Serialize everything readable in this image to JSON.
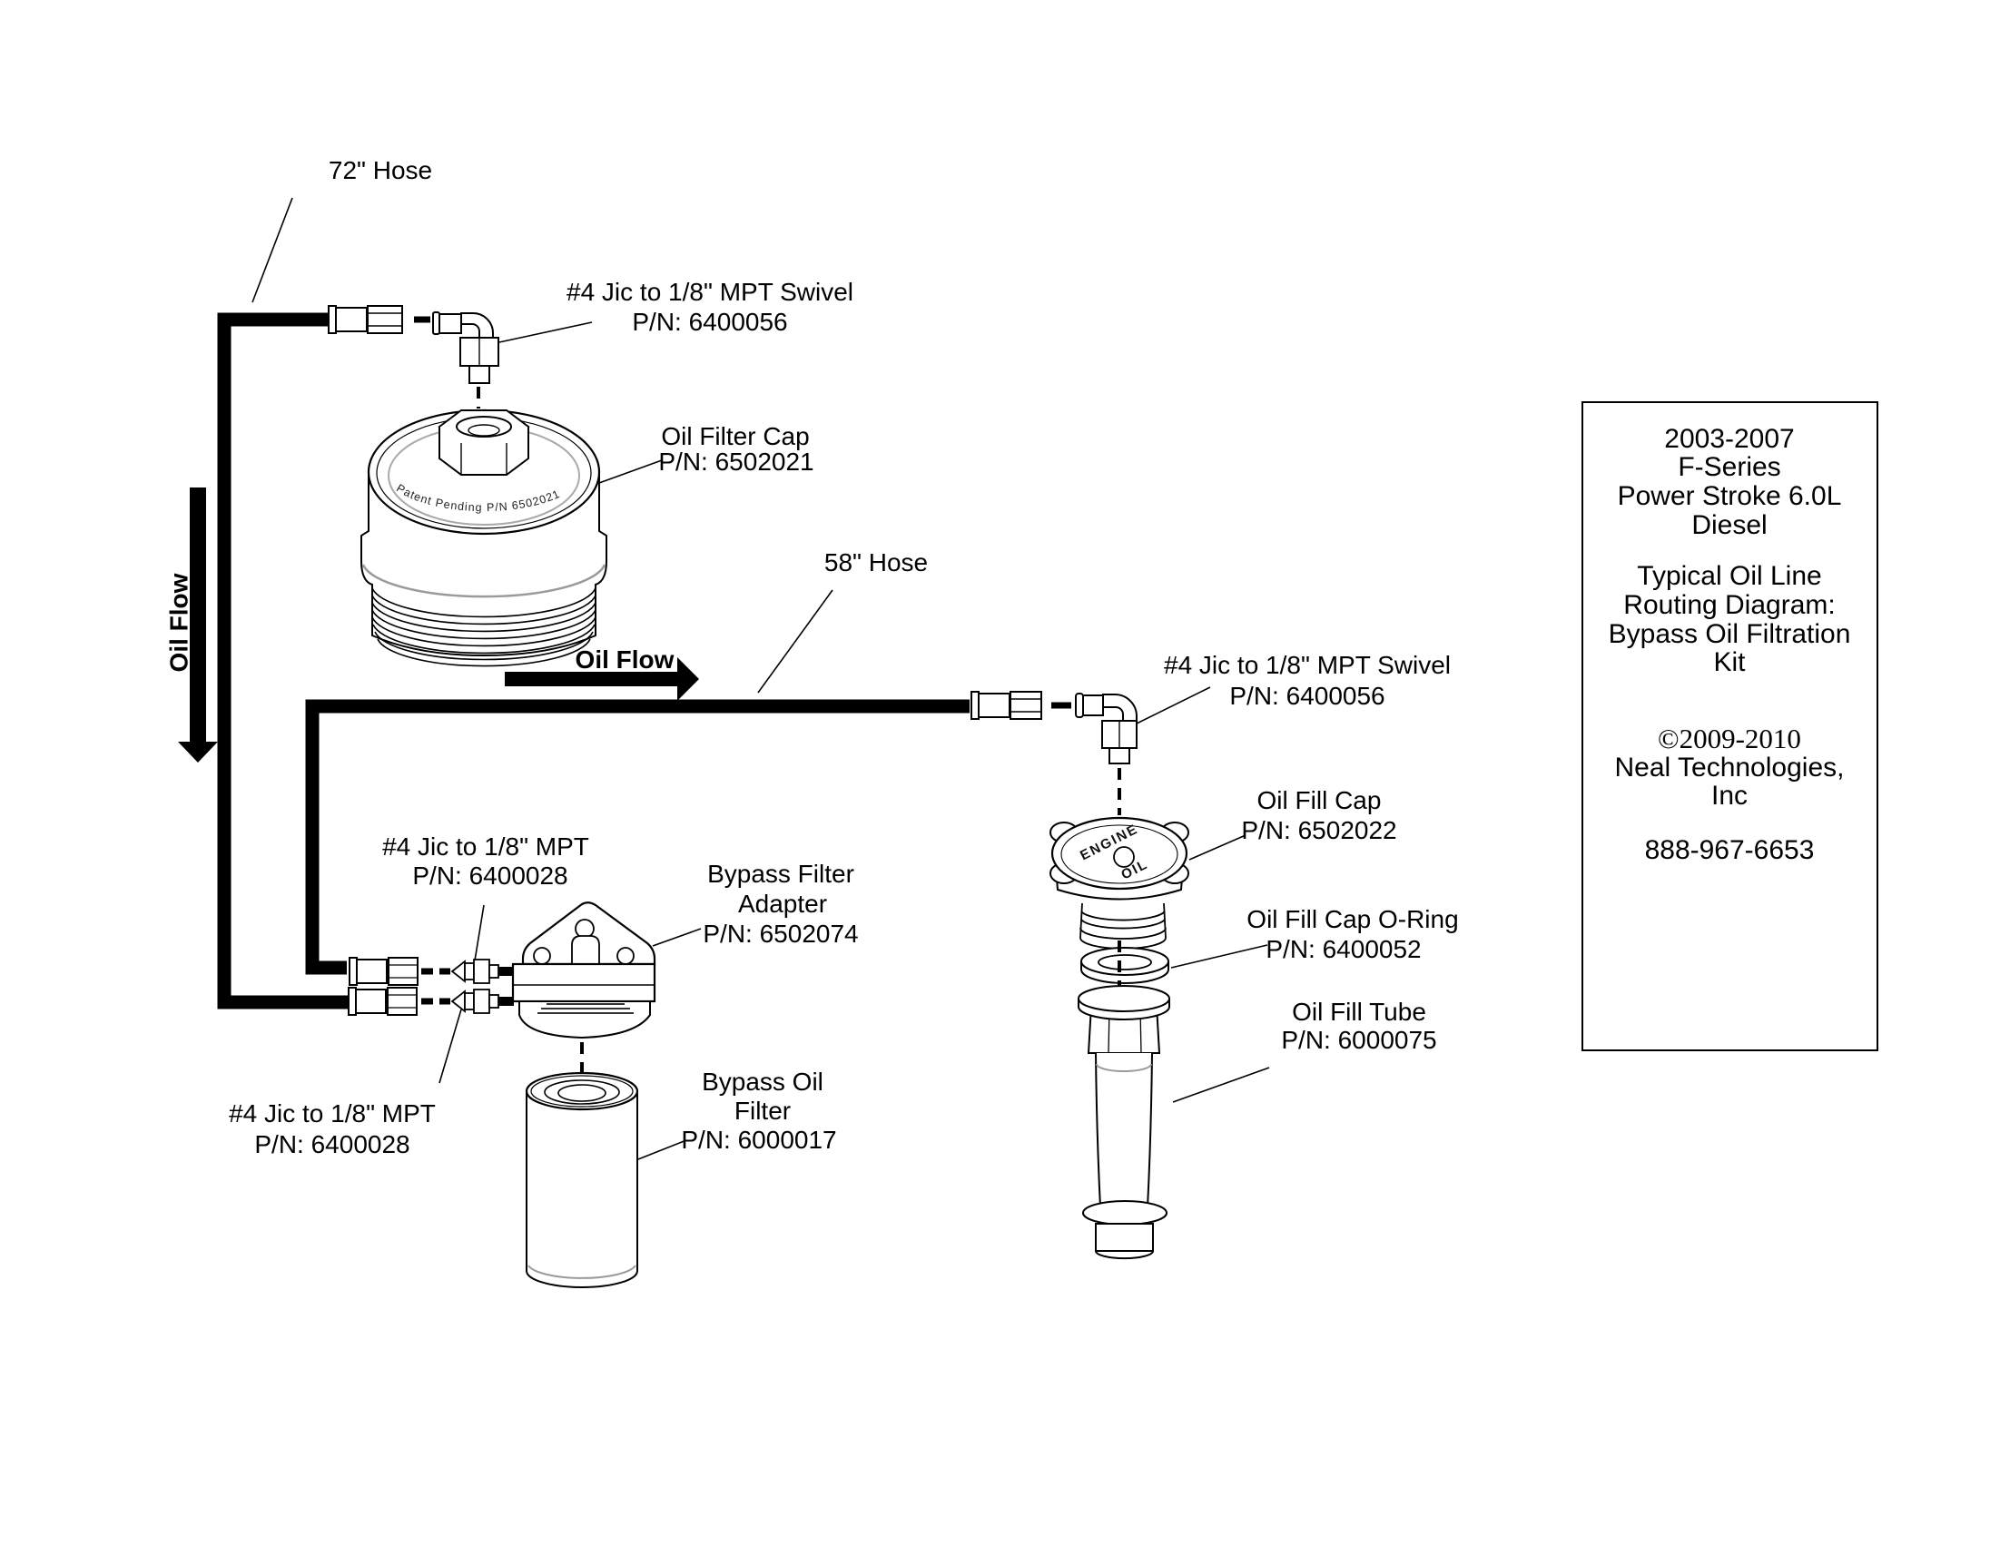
{
  "colors": {
    "line": "#000000",
    "background": "#ffffff",
    "accent_gray": "#9a9a9a"
  },
  "labels": {
    "hose72": "72\" Hose",
    "hose58": "58\" Hose",
    "oil_flow_vertical": "Oil Flow",
    "oil_flow_horizontal": "Oil Flow",
    "swivel_top": {
      "l1": "#4 Jic to 1/8\" MPT Swivel",
      "l2": "P/N: 6400056"
    },
    "oil_filter_cap": {
      "l1": "Oil Filter Cap",
      "l2": "P/N: 6502021"
    },
    "swivel_right": {
      "l1": "#4 Jic to 1/8\" MPT Swivel",
      "l2": "P/N: 6400056"
    },
    "oil_fill_cap": {
      "l1": "Oil Fill Cap",
      "l2": "P/N: 6502022"
    },
    "oil_fill_cap_oring": {
      "l1": "Oil Fill Cap O-Ring",
      "l2": "P/N: 6400052"
    },
    "oil_fill_tube": {
      "l1": "Oil Fill Tube",
      "l2": "P/N: 6000075"
    },
    "jic_upper": {
      "l1": "#4 Jic to 1/8\" MPT",
      "l2": "P/N: 6400028"
    },
    "jic_lower": {
      "l1": "#4 Jic to 1/8\" MPT",
      "l2": "P/N: 6400028"
    },
    "bypass_adapter": {
      "l1": "Bypass Filter",
      "l2": "Adapter",
      "l3": "P/N: 6502074"
    },
    "bypass_filter": {
      "l1": "Bypass Oil",
      "l2": "Filter",
      "l3": "P/N: 6000017"
    }
  },
  "engravings": {
    "filter_cap": "Patent Pending   P/N 6502021",
    "fill_cap_top": "ENGINE",
    "fill_cap_bottom": "OIL"
  },
  "title_block": {
    "lines": [
      "2003-2007",
      "F-Series",
      "Power Stroke 6.0L",
      "Diesel",
      "Typical Oil Line",
      "Routing Diagram:",
      "Bypass Oil Filtration",
      "Kit",
      "©2009-2010",
      "Neal Technologies,",
      "Inc",
      "888-967-6653"
    ]
  }
}
